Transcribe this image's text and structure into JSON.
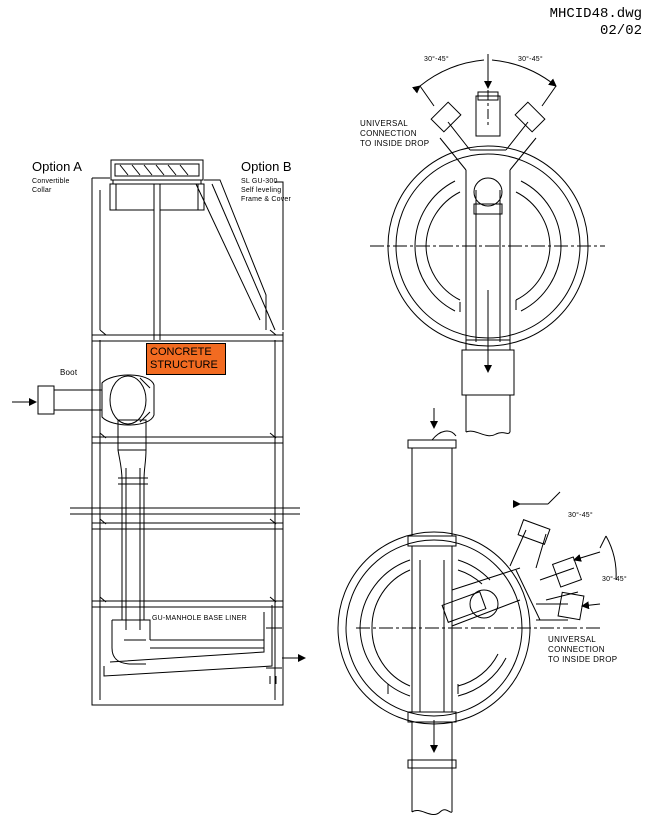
{
  "title_block": {
    "file_name": "MHCID48.dwg",
    "sheet": "02/02"
  },
  "elevation": {
    "option_a": {
      "title": "Option A",
      "desc_line1": "Convertible",
      "desc_line2": "Collar"
    },
    "option_b": {
      "title": "Option B",
      "desc_line1": "SL GU-300",
      "desc_line2": "Self leveling",
      "desc_line3": "Frame & Cover"
    },
    "boot_label": "Boot",
    "structure_line1": "CONCRETE",
    "structure_line2": "STRUCTURE",
    "base_liner_label": "GU-MANHOLE BASE LINER",
    "structure_color": "#f26b21"
  },
  "plan_top": {
    "angle_left": "30°-45°",
    "angle_right": "30°-45°",
    "connection_line1": "UNIVERSAL",
    "connection_line2": "CONNECTION",
    "connection_line3": "TO INSIDE DROP"
  },
  "plan_bottom": {
    "angle_upper": "30°-45°",
    "angle_lower": "30°-45°",
    "connection_line1": "UNIVERSAL",
    "connection_line2": "CONNECTION",
    "connection_line3": "TO INSIDE DROP"
  }
}
